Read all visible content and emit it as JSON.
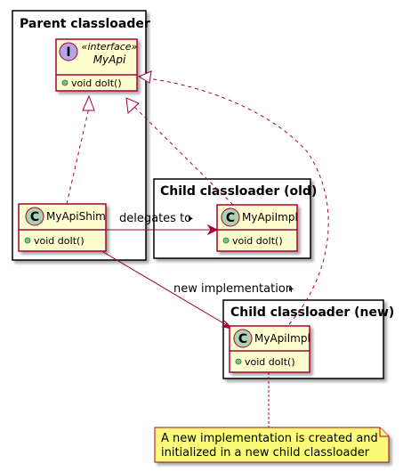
{
  "colors": {
    "class_fill": "#FEFECE",
    "class_border": "#A80036",
    "interface_badge": "#B4A7E5",
    "class_badge": "#ADD1B2",
    "member_dot": "#84BE84",
    "package_border": "#000000",
    "note_fill": "#FBFB77",
    "note_border": "#A80036"
  },
  "packages": {
    "parent": {
      "title": "Parent classloader"
    },
    "child_old": {
      "title": "Child classloader (old)"
    },
    "child_new": {
      "title": "Child classloader (new)"
    }
  },
  "classes": {
    "myapi": {
      "badge": "I",
      "stereotype": "«interface»",
      "name": "MyApi",
      "member": "void doIt()"
    },
    "shim": {
      "badge": "C",
      "name": "MyApiShim",
      "member": "void doIt()"
    },
    "impl_old": {
      "badge": "C",
      "name": "MyApiImpl",
      "member": "void doIt()"
    },
    "impl_new": {
      "badge": "C",
      "name": "MyApiImpl",
      "member": "void doIt()"
    }
  },
  "edges": {
    "delegates": {
      "label": "delegates to",
      "arrow": "▸"
    },
    "new_impl": {
      "label": "new implementation",
      "arrow": "▸"
    }
  },
  "note": {
    "line1": "A new implementation is created and",
    "line2": "initialized in a new child classloader"
  }
}
